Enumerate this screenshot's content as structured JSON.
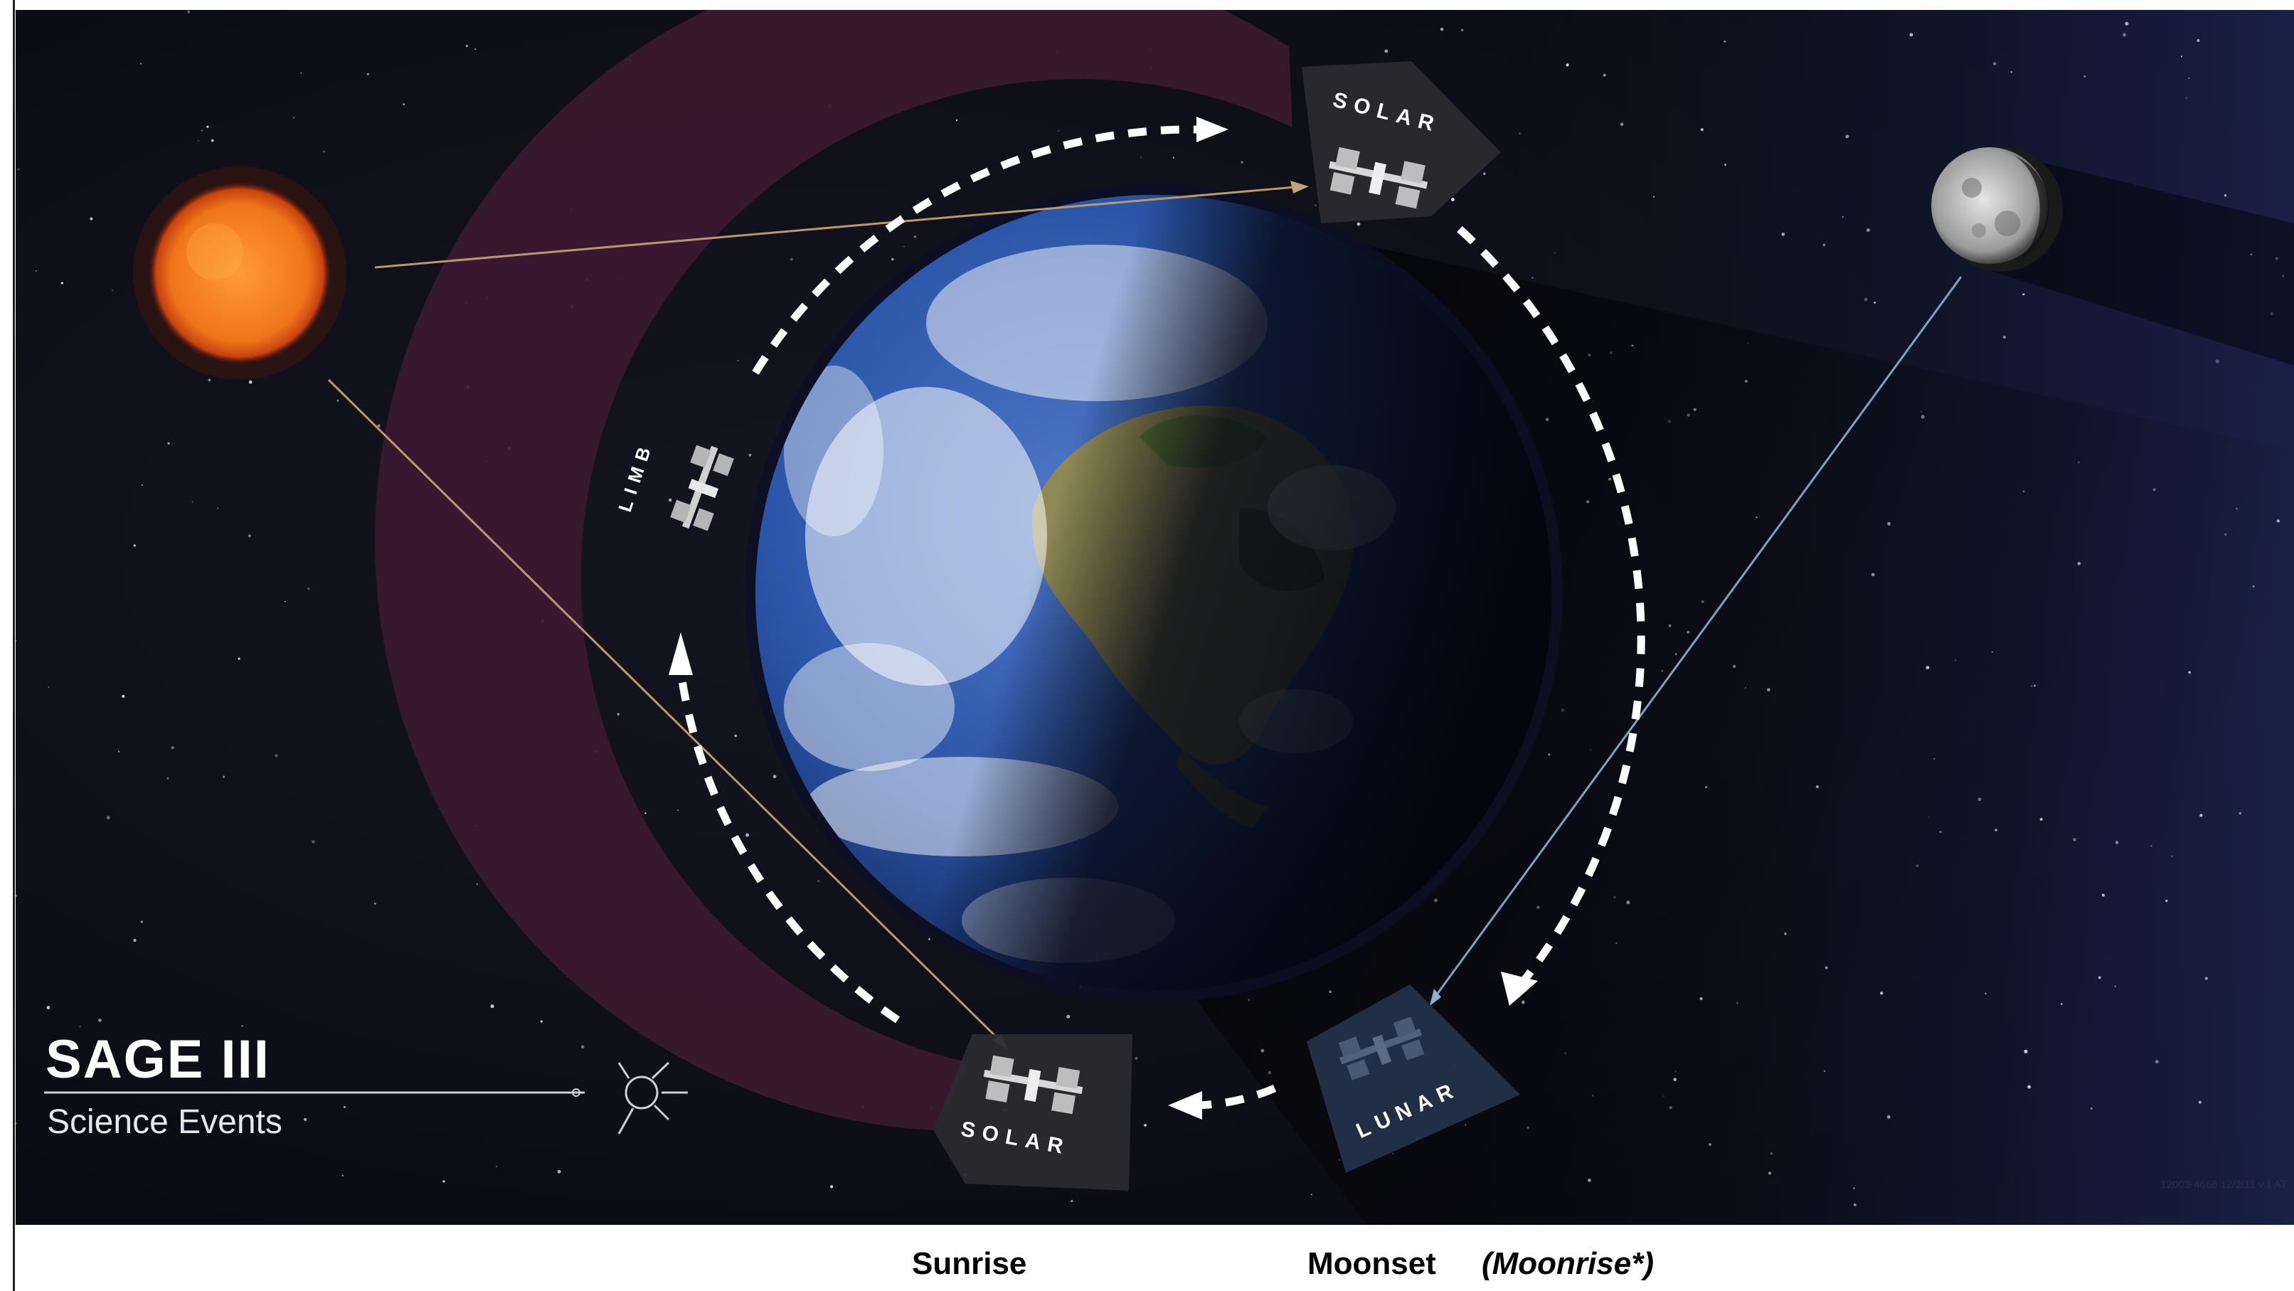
{
  "diagram": {
    "title": "SAGE III",
    "subtitle": "Science Events",
    "labels": {
      "top_solar": "SOLAR",
      "limb": "LIMB",
      "bottom_solar": "SOLAR",
      "lunar": "LUNAR"
    },
    "watermark": "12003-4666  12/2/11  v.1  AT"
  },
  "captions": {
    "sunrise": "Sunrise",
    "moonset": "Moonset",
    "moonrise": "(Moonrise*)"
  },
  "colors": {
    "space": "#0a0b14",
    "arc": "#3a1a32",
    "panel": "#2b2b2e",
    "lunar_panel": "#223148",
    "sun": "#f07a1c",
    "sun_ray": "#b89a6a",
    "moon_ray": "#7aa4c0",
    "earth_ocean": "#2a55a8"
  },
  "icons": [
    "sun-icon",
    "moon-icon",
    "earth-globe",
    "space-station-icon",
    "instrument-sun-logo",
    "dashed-orbit-arrow"
  ]
}
